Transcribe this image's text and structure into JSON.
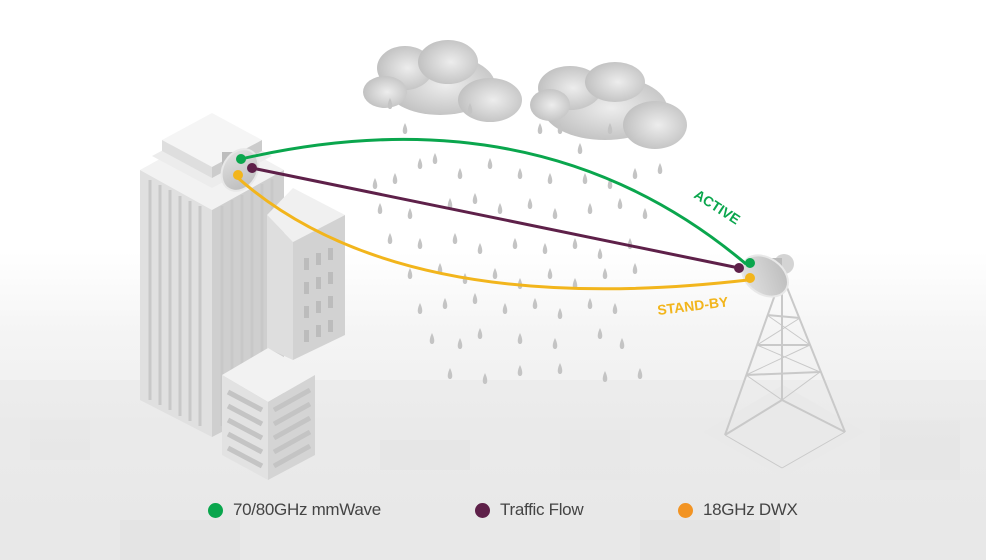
{
  "diagram": {
    "links": [
      {
        "id": "mmwave",
        "label": "ACTIVE",
        "color": "#0aa64d"
      },
      {
        "id": "traffic",
        "label": "",
        "color": "#5e2049"
      },
      {
        "id": "dwx",
        "label": "STAND-BY",
        "color": "#f2b51c"
      }
    ],
    "nodes": [
      {
        "id": "building-dish",
        "description": "Rooftop radio dish"
      },
      {
        "id": "tower-dish",
        "description": "Tower radio dish"
      }
    ]
  },
  "legend": [
    {
      "label": "70/80GHz mmWave",
      "color": "#0aa64d"
    },
    {
      "label": "Traffic Flow",
      "color": "#5e2049"
    },
    {
      "label": "18GHz DWX",
      "color": "#f29424"
    }
  ]
}
